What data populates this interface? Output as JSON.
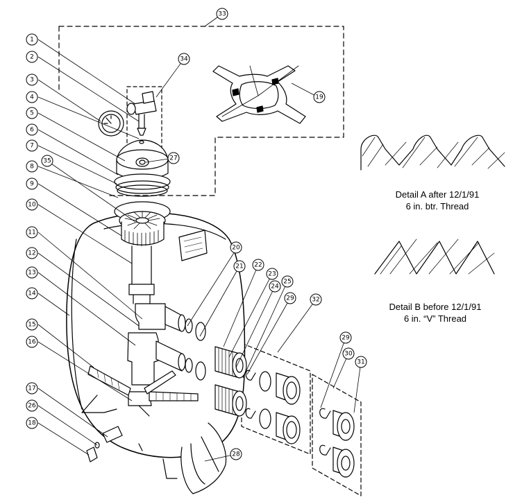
{
  "diagram": {
    "callouts": [
      {
        "id": "c1",
        "label": "1"
      },
      {
        "id": "c2",
        "label": "2"
      },
      {
        "id": "c3",
        "label": "3"
      },
      {
        "id": "c4",
        "label": "4"
      },
      {
        "id": "c5",
        "label": "5"
      },
      {
        "id": "c6",
        "label": "6"
      },
      {
        "id": "c7",
        "label": "7"
      },
      {
        "id": "c8",
        "label": "8"
      },
      {
        "id": "c9",
        "label": "9"
      },
      {
        "id": "c10",
        "label": "10"
      },
      {
        "id": "c11",
        "label": "11"
      },
      {
        "id": "c12",
        "label": "12"
      },
      {
        "id": "c13",
        "label": "13"
      },
      {
        "id": "c14",
        "label": "14"
      },
      {
        "id": "c15",
        "label": "15"
      },
      {
        "id": "c16",
        "label": "16"
      },
      {
        "id": "c17",
        "label": "17"
      },
      {
        "id": "c26",
        "label": "26"
      },
      {
        "id": "c18",
        "label": "18"
      },
      {
        "id": "c19",
        "label": "19"
      },
      {
        "id": "c20",
        "label": "20"
      },
      {
        "id": "c21",
        "label": "21"
      },
      {
        "id": "c22",
        "label": "22"
      },
      {
        "id": "c23",
        "label": "23"
      },
      {
        "id": "c24",
        "label": "24"
      },
      {
        "id": "c25",
        "label": "25"
      },
      {
        "id": "c27",
        "label": "27"
      },
      {
        "id": "c28",
        "label": "28"
      },
      {
        "id": "c29a",
        "label": "29"
      },
      {
        "id": "c29b",
        "label": "29"
      },
      {
        "id": "c30",
        "label": "30"
      },
      {
        "id": "c31",
        "label": "31"
      },
      {
        "id": "c32",
        "label": "32"
      },
      {
        "id": "c33",
        "label": "33"
      },
      {
        "id": "c34",
        "label": "34"
      },
      {
        "id": "c35",
        "label": "35"
      }
    ],
    "detail_a": {
      "line1": "Detail A after 12/1/91",
      "line2": "6 in. btr. Thread"
    },
    "detail_b": {
      "line1": "Detail B before 12/1/91",
      "line2": "6 in. “V” Thread"
    }
  }
}
